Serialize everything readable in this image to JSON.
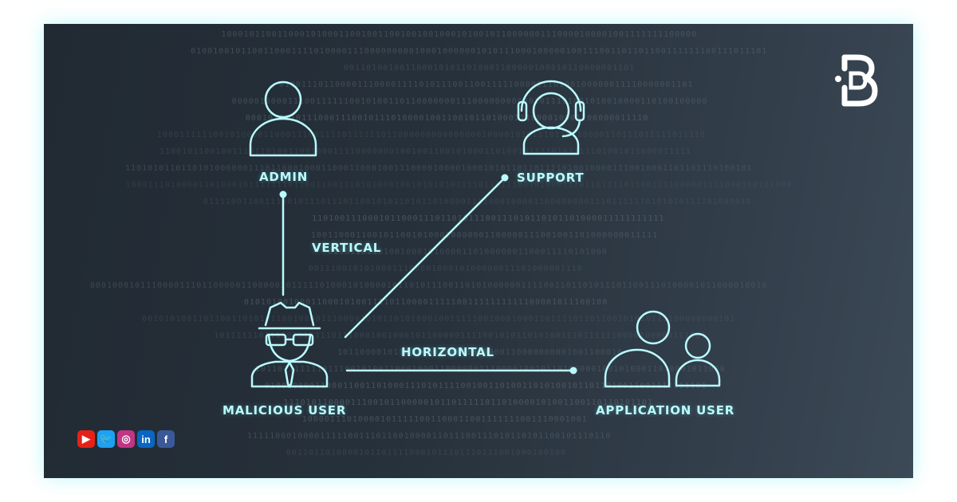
{
  "diagram": {
    "nodes": {
      "admin": {
        "label": "ADMIN",
        "icon": "admin-user-icon"
      },
      "support": {
        "label": "SUPPORT",
        "icon": "support-headset-icon"
      },
      "malicious": {
        "label": "MALICIOUS USER",
        "icon": "hacker-spy-icon"
      },
      "appuser": {
        "label": "APPLICATION USER",
        "icon": "application-users-icon"
      }
    },
    "edges": {
      "vertical": {
        "label": "VERTICAL",
        "from": "MALICIOUS USER",
        "to": "ADMIN"
      },
      "diagonal": {
        "label": "",
        "from": "MALICIOUS USER",
        "to": "SUPPORT"
      },
      "horizontal": {
        "label": "HORIZONTAL",
        "from": "MALICIOUS USER",
        "to": "APPLICATION USER"
      }
    }
  },
  "brand": {
    "logo_icon": "brand-b-logo-icon"
  },
  "social": {
    "items": [
      {
        "name": "youtube-icon",
        "glyph": "▶",
        "color": "#e62117"
      },
      {
        "name": "twitter-icon",
        "glyph": "🐦",
        "color": "#1da1f2"
      },
      {
        "name": "instagram-icon",
        "glyph": "◎",
        "color": "#c13584"
      },
      {
        "name": "linkedin-icon",
        "glyph": "in",
        "color": "#0a66c2"
      },
      {
        "name": "facebook-icon",
        "glyph": "f",
        "color": "#3b5998"
      }
    ]
  },
  "colors": {
    "accent": "#b9fbff",
    "background": "#27313b",
    "glow": "#8cf0f5"
  }
}
